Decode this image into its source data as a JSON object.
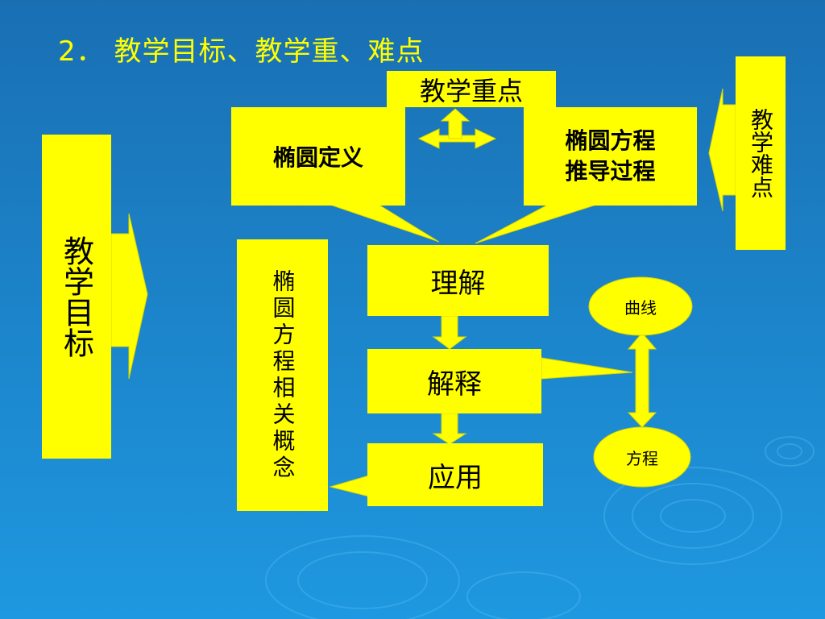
{
  "title": "2．  教学目标、教学重、难点",
  "colors": {
    "accent": "#ffff00",
    "background": "#1a8fd4"
  },
  "nodes": {
    "jiaoxue_mubiao": "教学目标",
    "jiaoxue_zhongdian": "教学重点",
    "jiaoxue_nandian": "教学难点",
    "tuoyuan_dingyi": "椭圆定义",
    "tuoyuan_fangcheng_line1": "椭圆方程",
    "tuoyuan_fangcheng_line2": "推导过程",
    "xiangguan_gainian": "椭圆方程相关概念",
    "lijie": "理解",
    "jieshi": "解释",
    "yingyong": "应用",
    "quxian": "曲线",
    "fangcheng": "方程"
  }
}
